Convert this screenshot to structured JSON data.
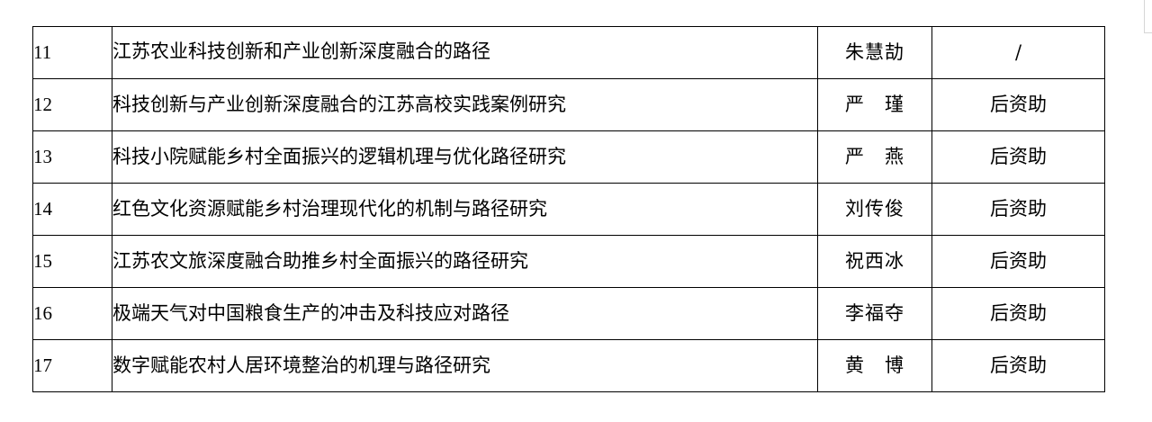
{
  "table": {
    "rows": [
      {
        "no": "11",
        "title": "江苏农业科技创新和产业创新深度融合的路径",
        "person": "朱慧劼",
        "status": "/"
      },
      {
        "no": "12",
        "title": "科技创新与产业创新深度融合的江苏高校实践案例研究",
        "person": "严　瑾",
        "status": "后资助"
      },
      {
        "no": "13",
        "title": "科技小院赋能乡村全面振兴的逻辑机理与优化路径研究",
        "person": "严　燕",
        "status": "后资助"
      },
      {
        "no": "14",
        "title": "红色文化资源赋能乡村治理现代化的机制与路径研究",
        "person": "刘传俊",
        "status": "后资助"
      },
      {
        "no": "15",
        "title": "江苏农文旅深度融合助推乡村全面振兴的路径研究",
        "person": "祝西冰",
        "status": "后资助"
      },
      {
        "no": "16",
        "title": "极端天气对中国粮食生产的冲击及科技应对路径",
        "person": "李福夺",
        "status": "后资助"
      },
      {
        "no": "17",
        "title": "数字赋能农村人居环境整治的机理与路径研究",
        "person": "黄　博",
        "status": "后资助"
      }
    ]
  }
}
